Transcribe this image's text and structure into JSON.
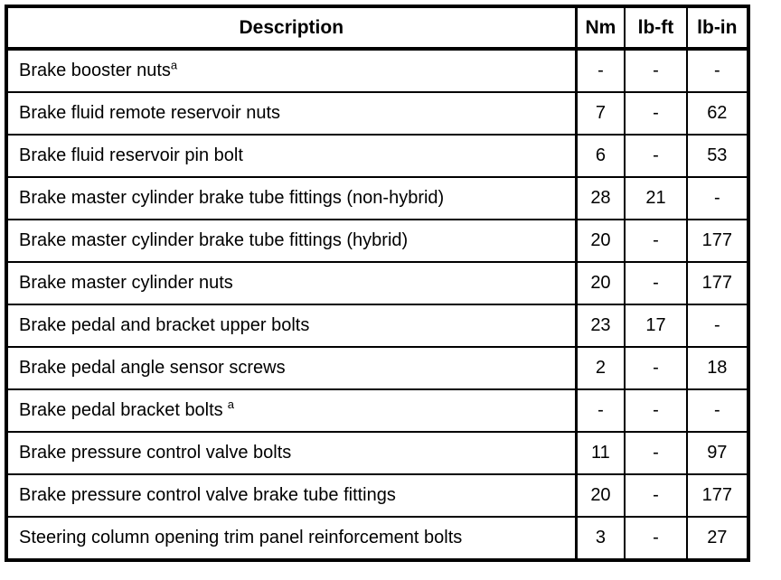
{
  "table": {
    "name": "brake-torque-specifications",
    "columns": [
      {
        "key": "description",
        "label": "Description",
        "align": "left"
      },
      {
        "key": "nm",
        "label": "Nm",
        "align": "center"
      },
      {
        "key": "lbft",
        "label": "lb-ft",
        "align": "center"
      },
      {
        "key": "lbin",
        "label": "lb-in",
        "align": "center"
      }
    ],
    "rows": [
      {
        "description": "Brake booster nuts",
        "footnote": "a",
        "footnote_spaced": false,
        "nm": "-",
        "lbft": "-",
        "lbin": "-"
      },
      {
        "description": "Brake fluid remote reservoir nuts",
        "footnote": "",
        "footnote_spaced": false,
        "nm": "7",
        "lbft": "-",
        "lbin": "62"
      },
      {
        "description": "Brake fluid reservoir pin bolt",
        "footnote": "",
        "footnote_spaced": false,
        "nm": "6",
        "lbft": "-",
        "lbin": "53"
      },
      {
        "description": "Brake master cylinder brake tube fittings (non-hybrid)",
        "footnote": "",
        "footnote_spaced": false,
        "nm": "28",
        "lbft": "21",
        "lbin": "-"
      },
      {
        "description": "Brake master cylinder brake tube fittings (hybrid)",
        "footnote": "",
        "footnote_spaced": false,
        "nm": "20",
        "lbft": "-",
        "lbin": "177"
      },
      {
        "description": "Brake master cylinder nuts",
        "footnote": "",
        "footnote_spaced": false,
        "nm": "20",
        "lbft": "-",
        "lbin": "177"
      },
      {
        "description": "Brake pedal and bracket upper bolts",
        "footnote": "",
        "footnote_spaced": false,
        "nm": "23",
        "lbft": "17",
        "lbin": "-"
      },
      {
        "description": "Brake pedal angle sensor screws",
        "footnote": "",
        "footnote_spaced": false,
        "nm": "2",
        "lbft": "-",
        "lbin": "18"
      },
      {
        "description": "Brake pedal bracket bolts",
        "footnote": "a",
        "footnote_spaced": true,
        "nm": "-",
        "lbft": "-",
        "lbin": "-"
      },
      {
        "description": "Brake pressure control valve bolts",
        "footnote": "",
        "footnote_spaced": false,
        "nm": "11",
        "lbft": "-",
        "lbin": "97"
      },
      {
        "description": "Brake pressure control valve brake tube fittings",
        "footnote": "",
        "footnote_spaced": false,
        "nm": "20",
        "lbft": "-",
        "lbin": "177"
      },
      {
        "description": "Steering column opening trim panel reinforcement bolts",
        "footnote": "",
        "footnote_spaced": false,
        "nm": "3",
        "lbft": "-",
        "lbin": "27"
      }
    ]
  },
  "colors": {
    "rule": "#000000",
    "text": "#000000",
    "background": "#ffffff"
  }
}
